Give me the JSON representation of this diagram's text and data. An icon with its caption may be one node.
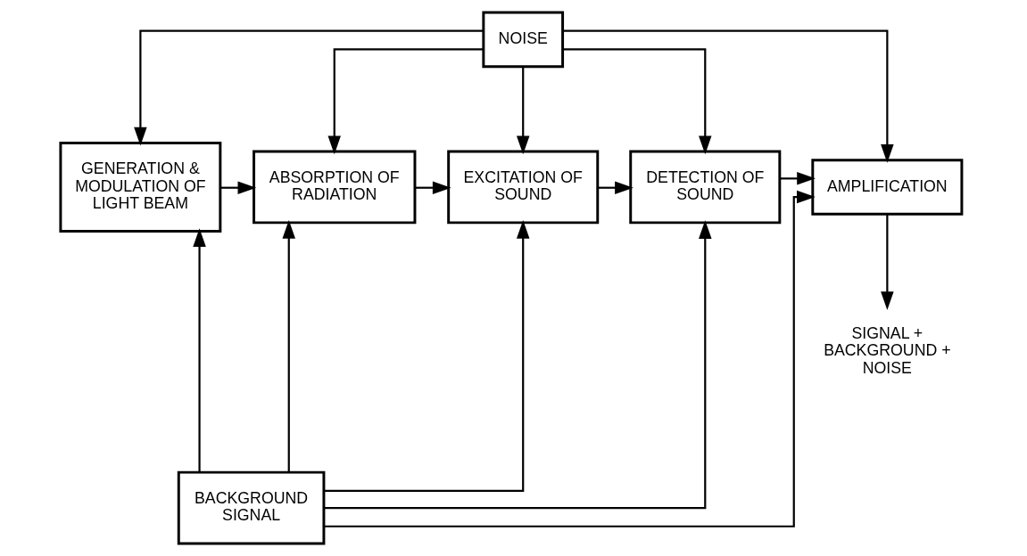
{
  "diagram": {
    "nodes": [
      {
        "text": [
          "NOISE"
        ]
      },
      {
        "text": [
          "GENERATION & MODULATION OF LIGHT BEAM"
        ]
      },
      {
        "text": [
          "ABSORPTION OF RADIATION"
        ]
      },
      {
        "text": [
          "EXCITATION OF SOUND"
        ]
      },
      {
        "text": [
          "DETECTION OF SOUND"
        ]
      },
      {
        "text": [
          "AMPLIFICATION"
        ]
      },
      {
        "text": [
          "BACKGROUND SIGNAL"
        ]
      },
      {
        "text": [
          "SIGNAL + BACKGROUND + NOISE"
        ]
      }
    ],
    "edges": [
      {
        "from": 0,
        "to": 1,
        "arrow": "to"
      },
      {
        "from": 0,
        "to": 2,
        "arrow": "to"
      },
      {
        "from": 0,
        "to": 3,
        "arrow": "to"
      },
      {
        "from": 0,
        "to": 4,
        "arrow": "to"
      },
      {
        "from": 0,
        "to": 5,
        "arrow": "to"
      },
      {
        "from": 1,
        "to": 2,
        "arrow": "to"
      },
      {
        "from": 2,
        "to": 3,
        "arrow": "to"
      },
      {
        "from": 3,
        "to": 4,
        "arrow": "to"
      },
      {
        "from": 4,
        "to": 5,
        "arrow": "to"
      },
      {
        "from": 6,
        "to": 1,
        "arrow": "to"
      },
      {
        "from": 6,
        "to": 2,
        "arrow": "to"
      },
      {
        "from": 6,
        "to": 3,
        "arrow": "to"
      },
      {
        "from": 6,
        "to": 4,
        "arrow": "to"
      },
      {
        "from": 6,
        "to": 5,
        "arrow": "to"
      },
      {
        "from": 5,
        "to": 7,
        "arrow": "to"
      }
    ]
  }
}
